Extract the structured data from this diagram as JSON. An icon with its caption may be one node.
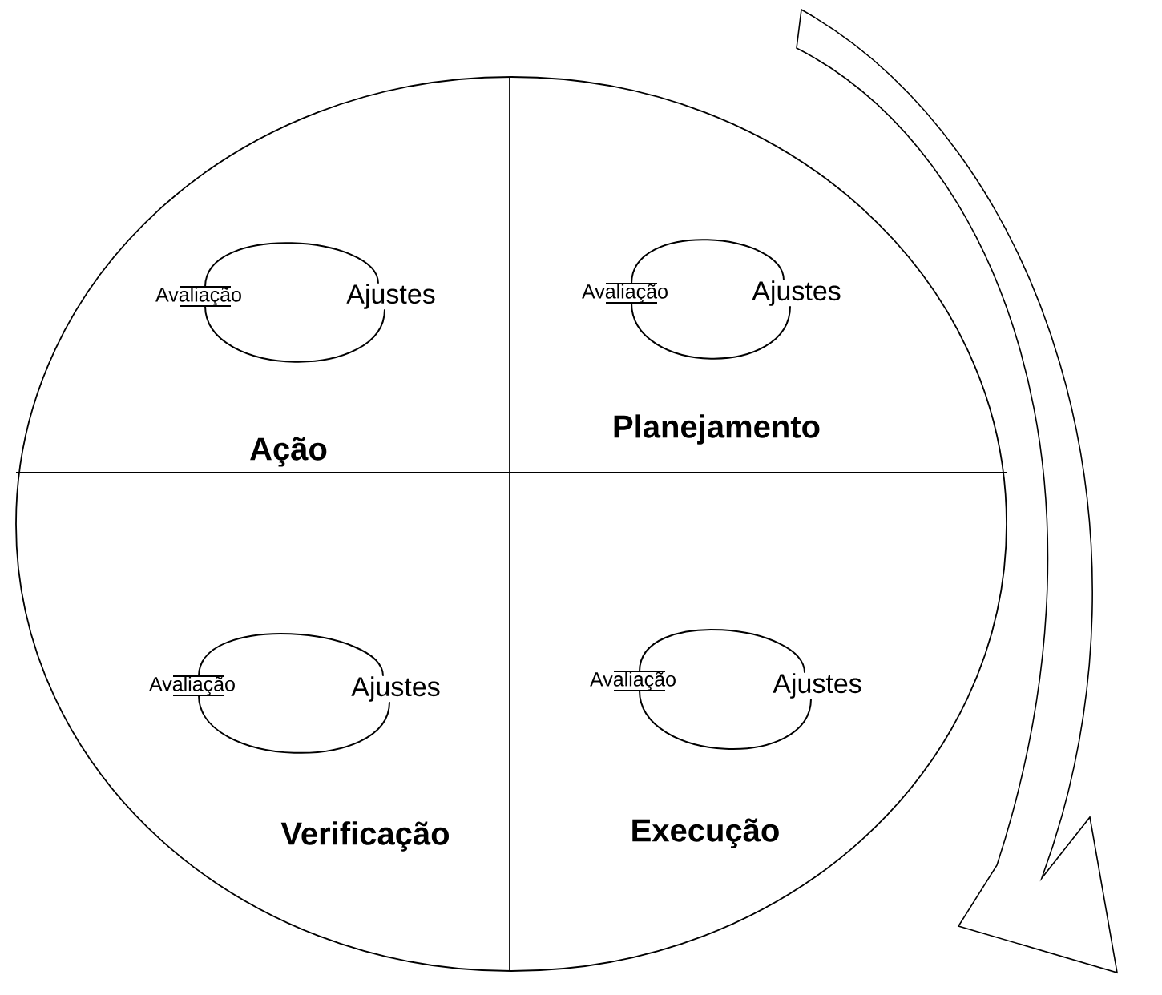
{
  "diagram": {
    "nodes": [
      {
        "text": [
          "Avaliação"
        ]
      },
      {
        "text": [
          "Ajustes"
        ]
      },
      {
        "text": [
          "Avaliação"
        ]
      },
      {
        "text": [
          "Ajustes"
        ]
      },
      {
        "text": [
          "Avaliação"
        ]
      },
      {
        "text": [
          "Ajustes"
        ]
      },
      {
        "text": [
          "Avaliação"
        ]
      },
      {
        "text": [
          "Ajustes"
        ]
      }
    ],
    "edges": [
      {
        "from": 1,
        "to": 0,
        "arrow": "none"
      },
      {
        "from": 0,
        "to": 1,
        "arrow": "none"
      },
      {
        "from": 3,
        "to": 2,
        "arrow": "none"
      },
      {
        "from": 2,
        "to": 3,
        "arrow": "none"
      },
      {
        "from": 5,
        "to": 4,
        "arrow": "none"
      },
      {
        "from": 4,
        "to": 5,
        "arrow": "none"
      },
      {
        "from": 7,
        "to": 6,
        "arrow": "none"
      },
      {
        "from": 6,
        "to": 7,
        "arrow": "none"
      }
    ],
    "labels": [
      "Ação",
      "Planejamento",
      "Verificação",
      "Execução"
    ]
  }
}
